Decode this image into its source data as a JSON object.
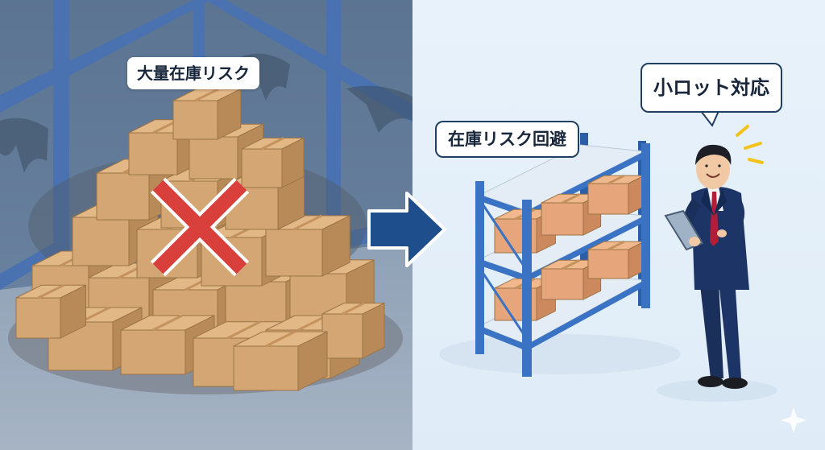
{
  "labels": {
    "left_risk": "大量在庫リスク",
    "risk_avoid": "在庫リスク回避",
    "small_lot": "小ロット対応"
  },
  "colors": {
    "left_panel": "#5f7896",
    "right_panel": "#eaf3fb",
    "box": "#d3a673",
    "cross": "#d9403c",
    "arrow": "#1f4e8c",
    "shelf_frame": "#3b73c4",
    "suit": "#1c3566"
  },
  "icons": [
    "cross-mark-icon",
    "right-arrow-icon",
    "sparkle-icon",
    "speech-tail-icon"
  ]
}
